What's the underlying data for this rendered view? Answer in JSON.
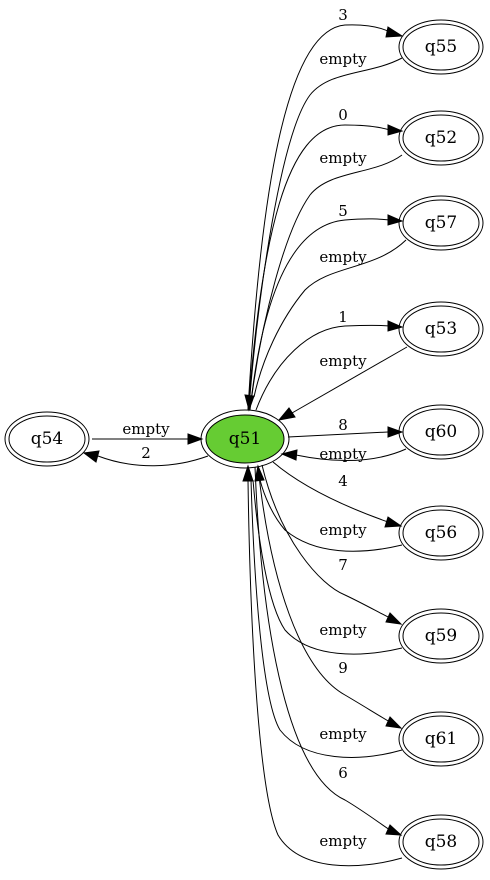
{
  "nodes": {
    "q51": {
      "label": "q51",
      "color": "#66cc33",
      "initial": true
    },
    "q54": {
      "label": "q54"
    },
    "q55": {
      "label": "q55"
    },
    "q52": {
      "label": "q52"
    },
    "q57": {
      "label": "q57"
    },
    "q53": {
      "label": "q53"
    },
    "q60": {
      "label": "q60"
    },
    "q56": {
      "label": "q56"
    },
    "q59": {
      "label": "q59"
    },
    "q61": {
      "label": "q61"
    },
    "q58": {
      "label": "q58"
    }
  },
  "edges": {
    "q54_q51": {
      "from": "q54",
      "to": "q51",
      "label": "empty"
    },
    "q51_q54": {
      "from": "q51",
      "to": "q54",
      "label": "2"
    },
    "q51_q55": {
      "from": "q51",
      "to": "q55",
      "label": "3"
    },
    "q55_q51": {
      "from": "q55",
      "to": "q51",
      "label": "empty"
    },
    "q51_q52": {
      "from": "q51",
      "to": "q52",
      "label": "0"
    },
    "q52_q51": {
      "from": "q52",
      "to": "q51",
      "label": "empty"
    },
    "q51_q57": {
      "from": "q51",
      "to": "q57",
      "label": "5"
    },
    "q57_q51": {
      "from": "q57",
      "to": "q51",
      "label": "empty"
    },
    "q51_q53": {
      "from": "q51",
      "to": "q53",
      "label": "1"
    },
    "q53_q51": {
      "from": "q53",
      "to": "q51",
      "label": "empty"
    },
    "q51_q60": {
      "from": "q51",
      "to": "q60",
      "label": "8"
    },
    "q60_q51": {
      "from": "q60",
      "to": "q51",
      "label": "empty"
    },
    "q51_q56": {
      "from": "q51",
      "to": "q56",
      "label": "4"
    },
    "q56_q51": {
      "from": "q56",
      "to": "q51",
      "label": "empty"
    },
    "q51_q59": {
      "from": "q51",
      "to": "q59",
      "label": "7"
    },
    "q59_q51": {
      "from": "q59",
      "to": "q51",
      "label": "empty"
    },
    "q51_q61": {
      "from": "q51",
      "to": "q61",
      "label": "9"
    },
    "q61_q51": {
      "from": "q61",
      "to": "q51",
      "label": "empty"
    },
    "q51_q58": {
      "from": "q51",
      "to": "q58",
      "label": "6"
    },
    "q58_q51": {
      "from": "q58",
      "to": "q51",
      "label": "empty"
    }
  }
}
